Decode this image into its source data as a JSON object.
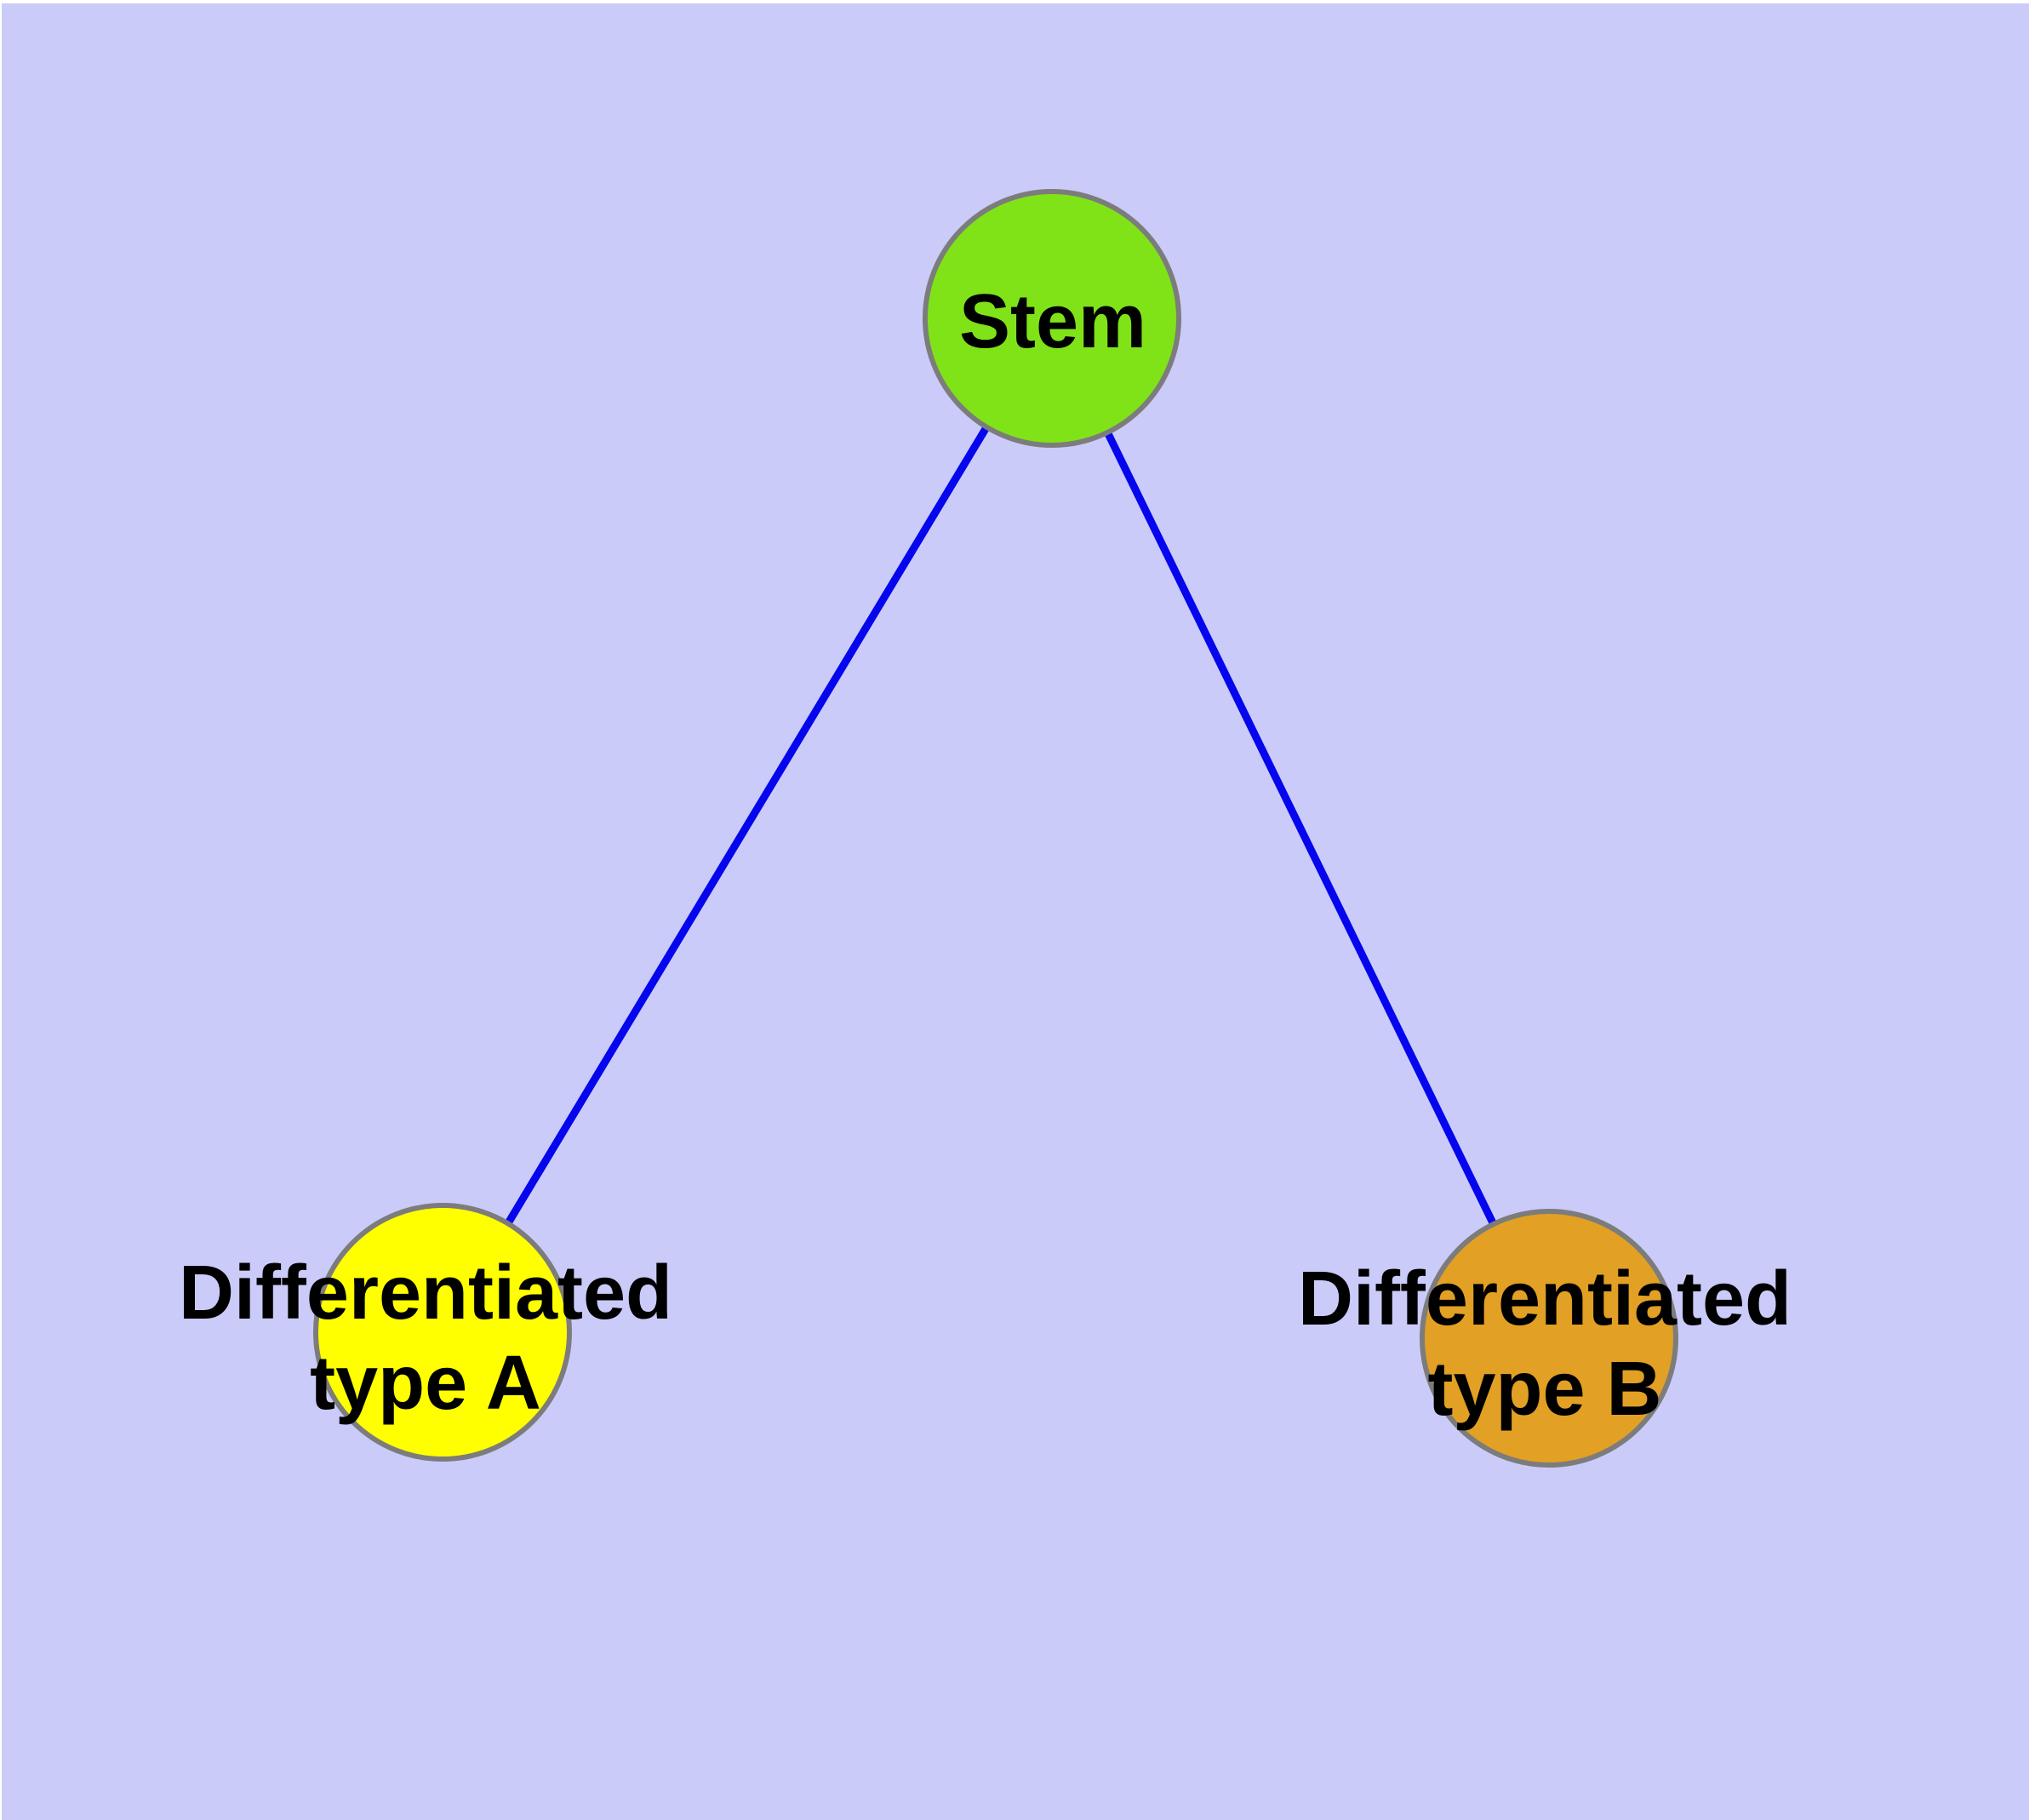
{
  "diagram": {
    "title": "",
    "background_color": "#cbcbfa",
    "margin_color": "#ffffff",
    "edge_color": "#0505ee",
    "node_border_color": "#7c7c7c",
    "nodes": [
      {
        "id": "stem",
        "label": "Stem",
        "label_line1": "Stem",
        "label_line2": "",
        "fill": "#80e318"
      },
      {
        "id": "type-a",
        "label": "Differentiated type A",
        "label_line1": "Differentiated",
        "label_line2": "type A",
        "fill": "#ffff00"
      },
      {
        "id": "type-b",
        "label": "Differentiated type B",
        "label_line1": "Differentiated",
        "label_line2": "type B",
        "fill": "#e2a024"
      }
    ],
    "edges": [
      {
        "from": "stem",
        "to": "type-a"
      },
      {
        "from": "stem",
        "to": "type-b"
      }
    ]
  }
}
